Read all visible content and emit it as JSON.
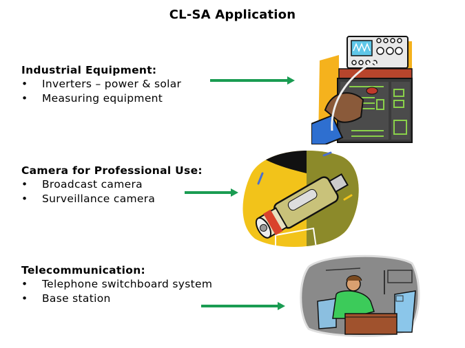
{
  "title": "CL-SA Application",
  "accent_color": "#1a9c52",
  "sections": [
    {
      "heading": "Industrial Equipment:",
      "bullets": [
        "Inverters – power & solar",
        "Measuring equipment"
      ],
      "image": "oscilloscope-technician-illustration"
    },
    {
      "heading": "Camera for Professional Use:",
      "bullets": [
        "Broadcast camera",
        "Surveillance camera"
      ],
      "image": "video-camera-illustration"
    },
    {
      "heading": "Telecommunication:",
      "bullets": [
        "Telephone switchboard system",
        "Base station"
      ],
      "image": "switchboard-operator-illustration"
    }
  ],
  "bullet_glyph": "•"
}
